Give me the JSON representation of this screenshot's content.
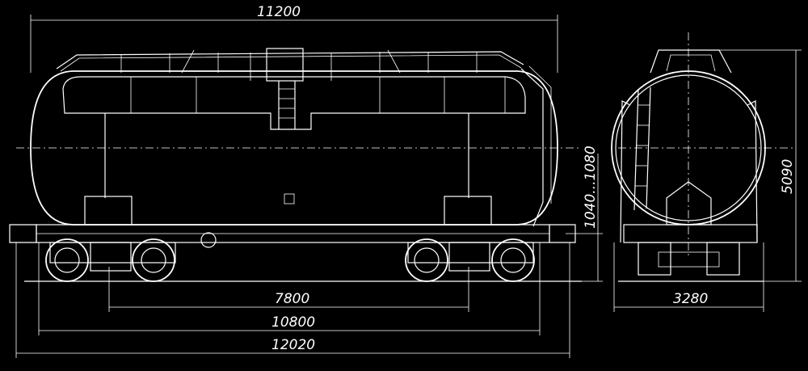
{
  "drawing": {
    "subject": "tank-car-elevation-and-end-view",
    "line_color": "#ffffff",
    "background": "#000000"
  },
  "dimensions": {
    "overall_body_length": "11200",
    "truck_centers": "7800",
    "frame_length": "10800",
    "length_over_couplers": "12020",
    "coupler_height": "1040...1080",
    "overall_height": "5090",
    "overall_width": "3280"
  }
}
